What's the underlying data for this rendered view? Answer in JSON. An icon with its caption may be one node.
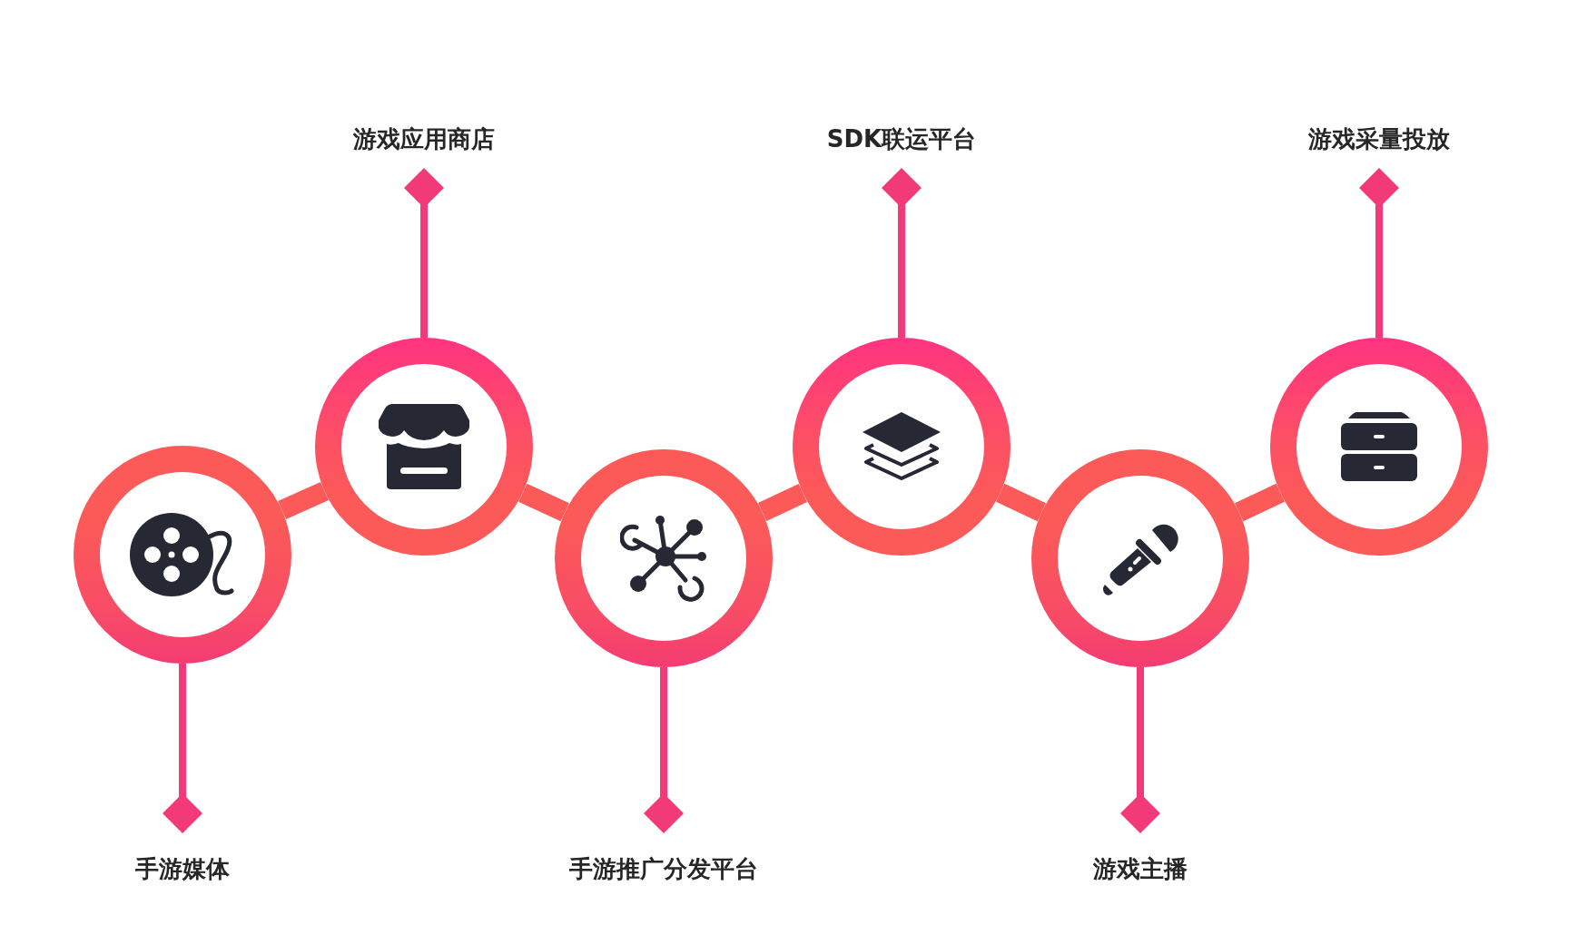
{
  "diagram": {
    "nodes": [
      {
        "text": [],
        "shape": "circle"
      },
      {
        "text": [],
        "shape": "circle"
      },
      {
        "text": [],
        "shape": "circle"
      },
      {
        "text": [],
        "shape": "circle"
      },
      {
        "text": [],
        "shape": "circle"
      },
      {
        "text": [],
        "shape": "circle"
      },
      {
        "text": [
          "手游媒体"
        ]
      },
      {
        "text": [
          "游戏应用商店"
        ]
      },
      {
        "text": [
          "手游推广分发平台"
        ]
      },
      {
        "text": [
          "SDK联运平台"
        ]
      },
      {
        "text": [
          "游戏主播"
        ]
      },
      {
        "text": [
          "游戏采量投放"
        ]
      }
    ],
    "edges": [
      {
        "from": 0,
        "to": 1,
        "arrow": "none",
        "style": "thick",
        "color": "#fb5a58"
      },
      {
        "from": 1,
        "to": 2,
        "arrow": "none",
        "style": "thick",
        "color": "#fb5a58"
      },
      {
        "from": 2,
        "to": 3,
        "arrow": "none",
        "style": "thick",
        "color": "#fb5a58"
      },
      {
        "from": 3,
        "to": 4,
        "arrow": "none",
        "style": "thick",
        "color": "#fb5a58"
      },
      {
        "from": 4,
        "to": 5,
        "arrow": "none",
        "style": "thick",
        "color": "#fb5a58"
      },
      {
        "from": 0,
        "to": 6,
        "arrow": "other"
      },
      {
        "from": 1,
        "to": 7,
        "arrow": "other"
      },
      {
        "from": 2,
        "to": 8,
        "arrow": "other"
      },
      {
        "from": 3,
        "to": 9,
        "arrow": "other"
      },
      {
        "from": 4,
        "to": 10,
        "arrow": "other"
      },
      {
        "from": 5,
        "to": 11,
        "arrow": "other"
      }
    ]
  }
}
